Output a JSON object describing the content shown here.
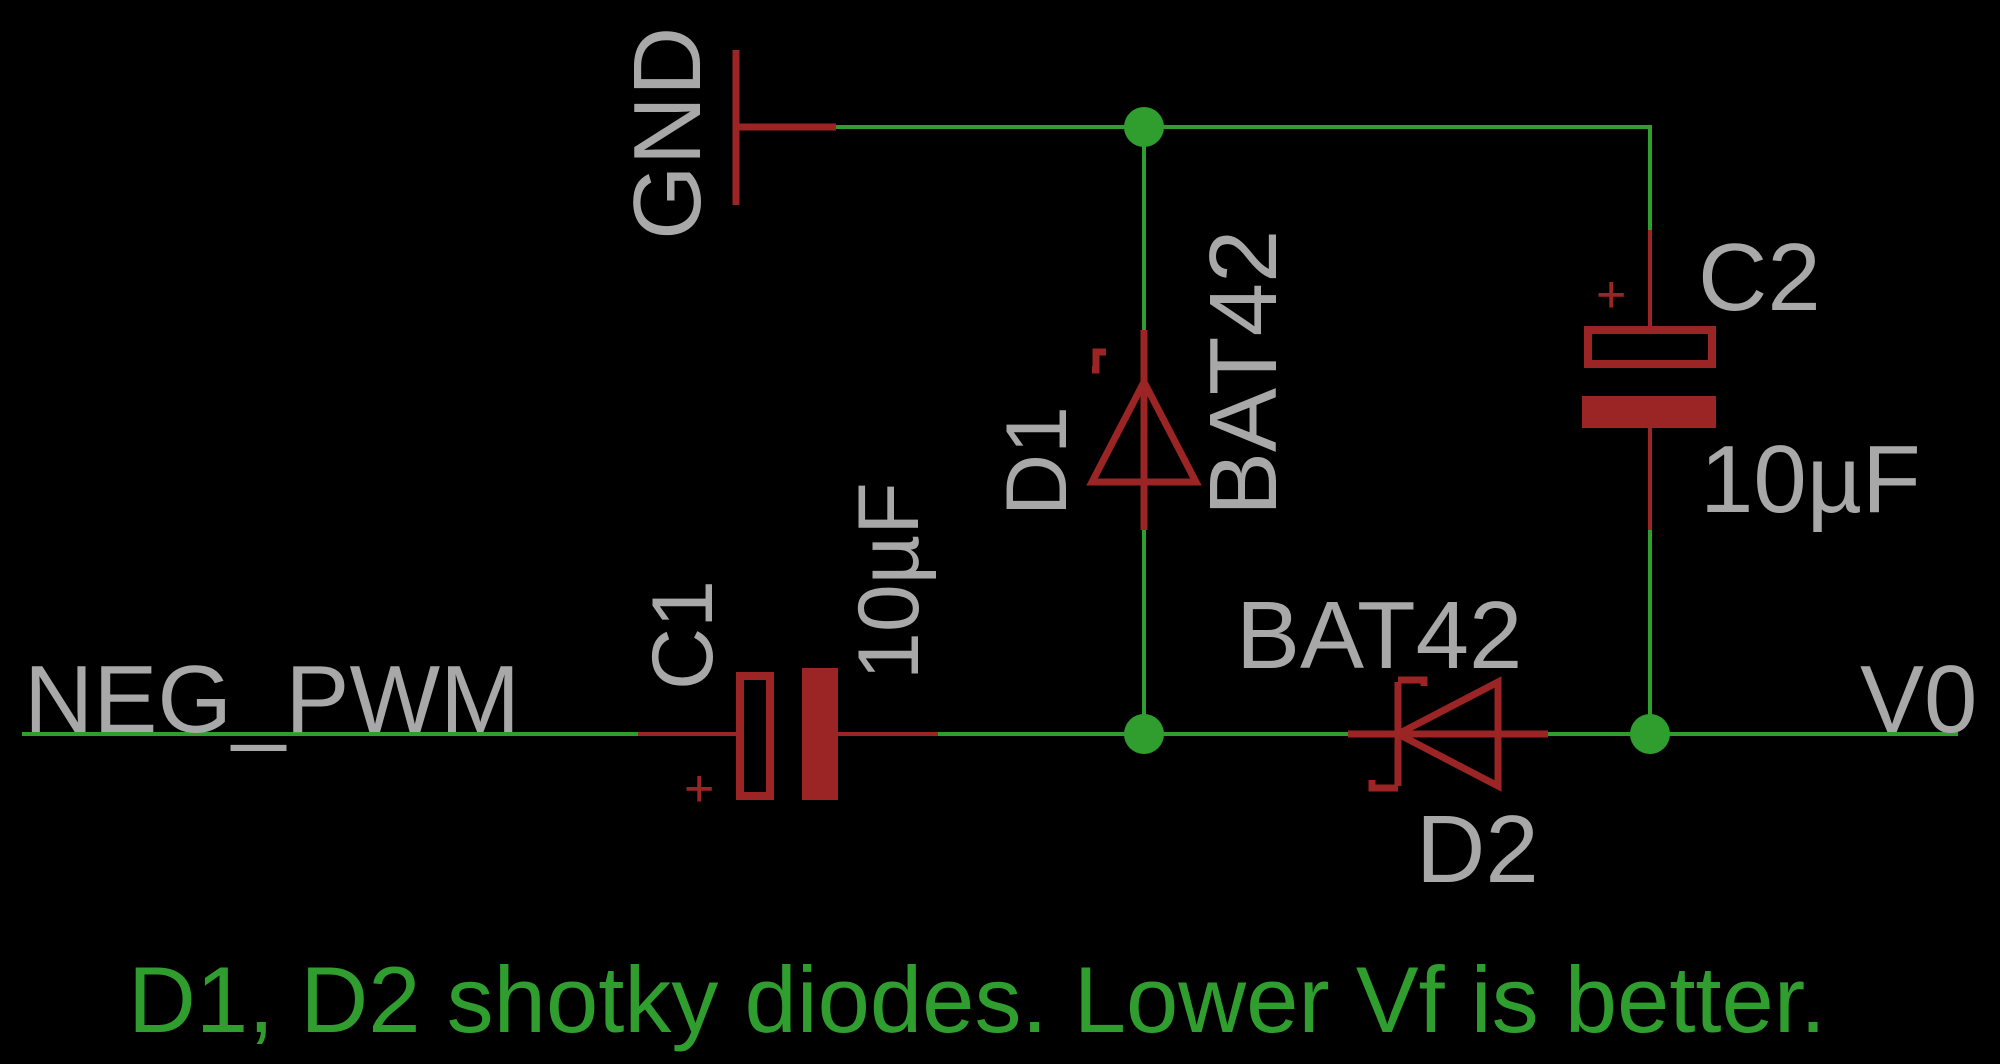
{
  "colors": {
    "background": "#000000",
    "wire": "#2f9e2f",
    "symbol": "#9b2424",
    "label": "#a8a8a8",
    "note": "#2f9e2f"
  },
  "labels": {
    "gnd": "GND",
    "neg_pwm": "NEG_PWM",
    "v0": "V0",
    "c1_name": "C1",
    "c1_value": "10µF",
    "c2_name": "C2",
    "c2_value": "10µF",
    "d1_name": "D1",
    "d1_value": "BAT42",
    "d2_name": "D2",
    "d2_value": "BAT42",
    "plus": "+"
  },
  "note": "D1, D2 shotky diodes. Lower Vf is better."
}
